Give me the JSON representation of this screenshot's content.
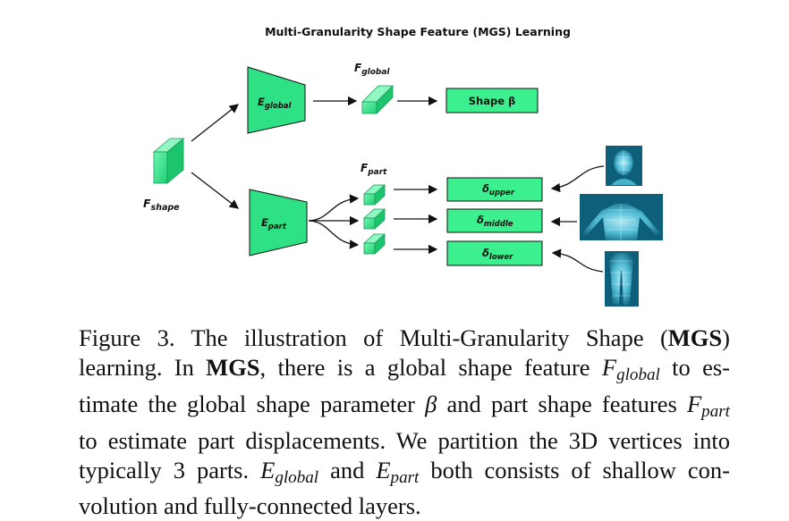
{
  "figure": {
    "title": "Multi-Granularity Shape Feature (MGS) Learning",
    "f_shape": {
      "base": "F",
      "sub": "shape"
    },
    "e_global": {
      "base": "E",
      "sub": "global"
    },
    "e_part": {
      "base": "E",
      "sub": "part"
    },
    "f_global": {
      "base": "F",
      "sub": "global"
    },
    "f_part": {
      "base": "F",
      "sub": "part"
    },
    "shape_beta": "Shape β",
    "delta_upper": {
      "base": "δ",
      "sub": "upper"
    },
    "delta_middle": {
      "base": "δ",
      "sub": "middle"
    },
    "delta_lower": {
      "base": "δ",
      "sub": "lower"
    },
    "colors": {
      "feature_green": "#2ee88a",
      "box_green": "#3df08f",
      "encoder_green": "#28d17a",
      "mesh_bg": "#0d5f7a"
    }
  },
  "caption": {
    "l1_a": "Figure 3. The illustration of Multi-Granularity Shape (",
    "l1_b": "MGS",
    "l1_c": ")",
    "l2_a": "learning.  In ",
    "l2_b": "MGS",
    "l2_c": ", there is a global shape feature ",
    "l2_m_base": "F",
    "l2_m_sub": "global",
    "l2_d": " to es-",
    "l3_a": "timate the global shape parameter ",
    "l3_m": "β",
    "l3_b": " and part shape features ",
    "l3_m2_base": "F",
    "l3_m2_sub": "part",
    "l4": "to estimate part displacements.  We partition the 3D vertices into",
    "l5_a": "typically 3 parts. ",
    "l5_m1_base": "E",
    "l5_m1_sub": "global",
    "l5_b": " and ",
    "l5_m2_base": "E",
    "l5_m2_sub": "part",
    "l5_c": " both consists of shallow con-",
    "l6": "volution and fully-connected layers."
  }
}
